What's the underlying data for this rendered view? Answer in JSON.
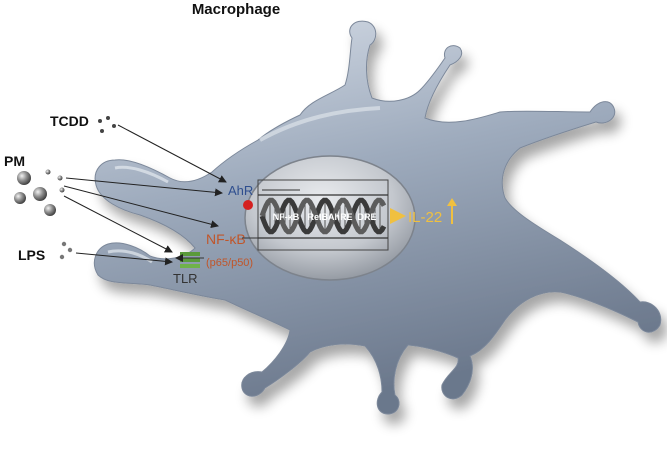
{
  "title": "Macrophage",
  "inputs": {
    "tcdd": "TCDD",
    "pm": "PM",
    "lps": "LPS"
  },
  "receptors": {
    "ahr": "AhR",
    "tlr": "TLR"
  },
  "transcription_factor": {
    "name": "NF-κB",
    "subunits": "(p65/p50)"
  },
  "nucleus": {
    "elements": [
      "NF-κB",
      "RelBAhRE",
      "DRE"
    ]
  },
  "output": {
    "cytokine": "IL-22",
    "direction_icon": "up-arrow-icon"
  },
  "colors": {
    "cell_body": "#9aa8bb",
    "ahr_text": "#2f4f8f",
    "nfkb_text": "#c0562a",
    "il22": "#f0c040",
    "tlr": "#5a9a3a",
    "ahr_dot": "#d42020"
  }
}
